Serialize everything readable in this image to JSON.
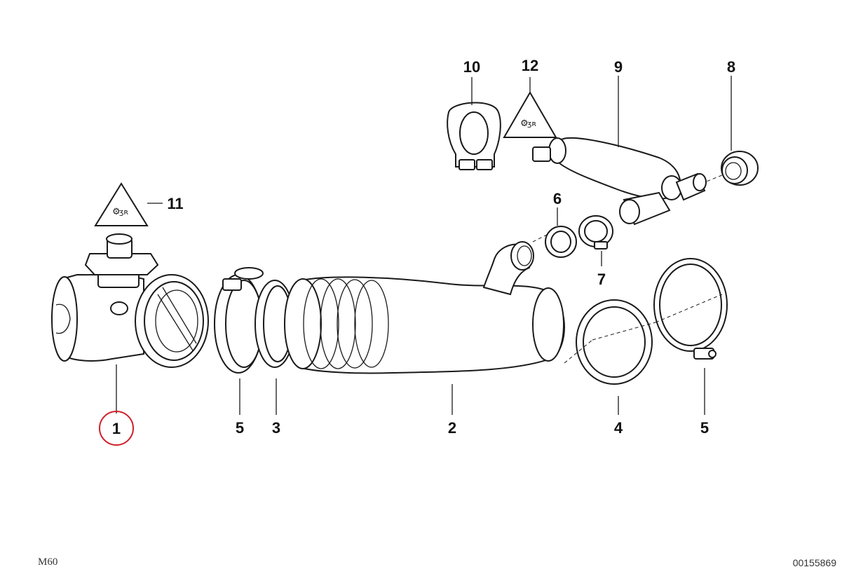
{
  "callouts": [
    {
      "id": "1",
      "text": "1",
      "highlighted": true
    },
    {
      "id": "2",
      "text": "2"
    },
    {
      "id": "3",
      "text": "3"
    },
    {
      "id": "4",
      "text": "4"
    },
    {
      "id": "5a",
      "text": "5"
    },
    {
      "id": "5b",
      "text": "5"
    },
    {
      "id": "6",
      "text": "6"
    },
    {
      "id": "7",
      "text": "7"
    },
    {
      "id": "8",
      "text": "8"
    },
    {
      "id": "9",
      "text": "9"
    },
    {
      "id": "10",
      "text": "10"
    },
    {
      "id": "11",
      "text": "11"
    },
    {
      "id": "12",
      "text": "12"
    }
  ],
  "footer": {
    "model": "M60",
    "diagram_number": "00155869"
  },
  "colors": {
    "highlight": "#d0202a",
    "line": "#1a1a1a",
    "background": "#ffffff"
  }
}
